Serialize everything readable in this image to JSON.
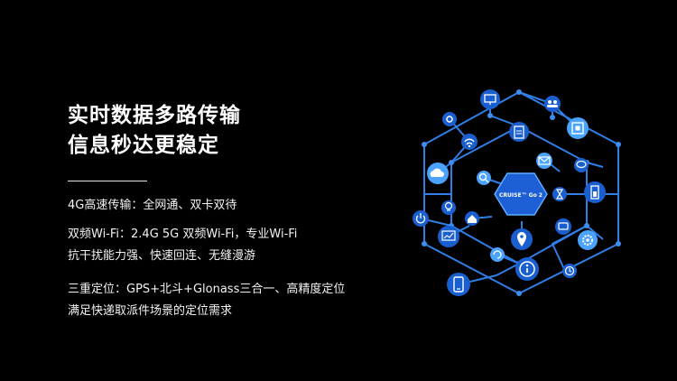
{
  "headline": {
    "line1": "实时数据多路传输",
    "line2": "信息秒达更稳定"
  },
  "features": [
    {
      "lines": [
        "4G高速传输：全网通、双卡双待"
      ]
    },
    {
      "lines": [
        "双频Wi-Fi：2.4G 5G 双频Wi-Fi，专业Wi-Fi",
        "抗干扰能力强、快速回连、无缝漫游"
      ]
    },
    {
      "lines": [
        "三重定位：GPS+北斗+Glonass三合一、高精度定位",
        "满足快递取派件场景的定位需求"
      ]
    }
  ],
  "device": {
    "label": "CRUISE™ Go 2"
  },
  "colors": {
    "background": "#000000",
    "line": "#2f7fe6",
    "node_dark": "#1a5fd0",
    "node_light": "#4aa3ff"
  }
}
